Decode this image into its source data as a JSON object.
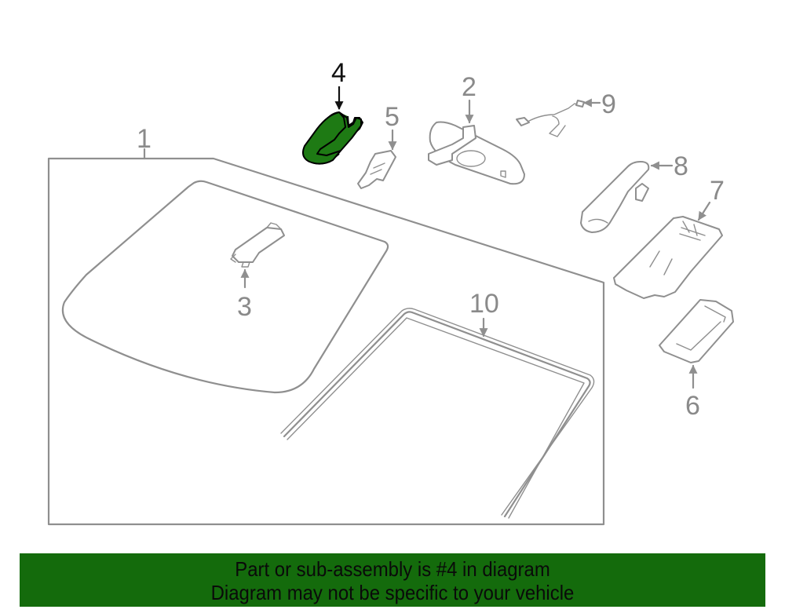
{
  "diagram": {
    "highlighted_part": "4",
    "highlight_color": "#1e7a14",
    "line_color": "#8f8f8f",
    "frame_fill": "#f6f6f6",
    "callouts": [
      {
        "id": "1",
        "label": "1"
      },
      {
        "id": "2",
        "label": "2"
      },
      {
        "id": "3",
        "label": "3"
      },
      {
        "id": "4",
        "label": "4"
      },
      {
        "id": "5",
        "label": "5"
      },
      {
        "id": "6",
        "label": "6"
      },
      {
        "id": "7",
        "label": "7"
      },
      {
        "id": "8",
        "label": "8"
      },
      {
        "id": "9",
        "label": "9"
      },
      {
        "id": "10",
        "label": "10"
      }
    ]
  },
  "banner": {
    "line1": "Part or sub-assembly is #4 in diagram",
    "line2": "Diagram may not be specific to your vehicle",
    "color": "#146b0c"
  }
}
